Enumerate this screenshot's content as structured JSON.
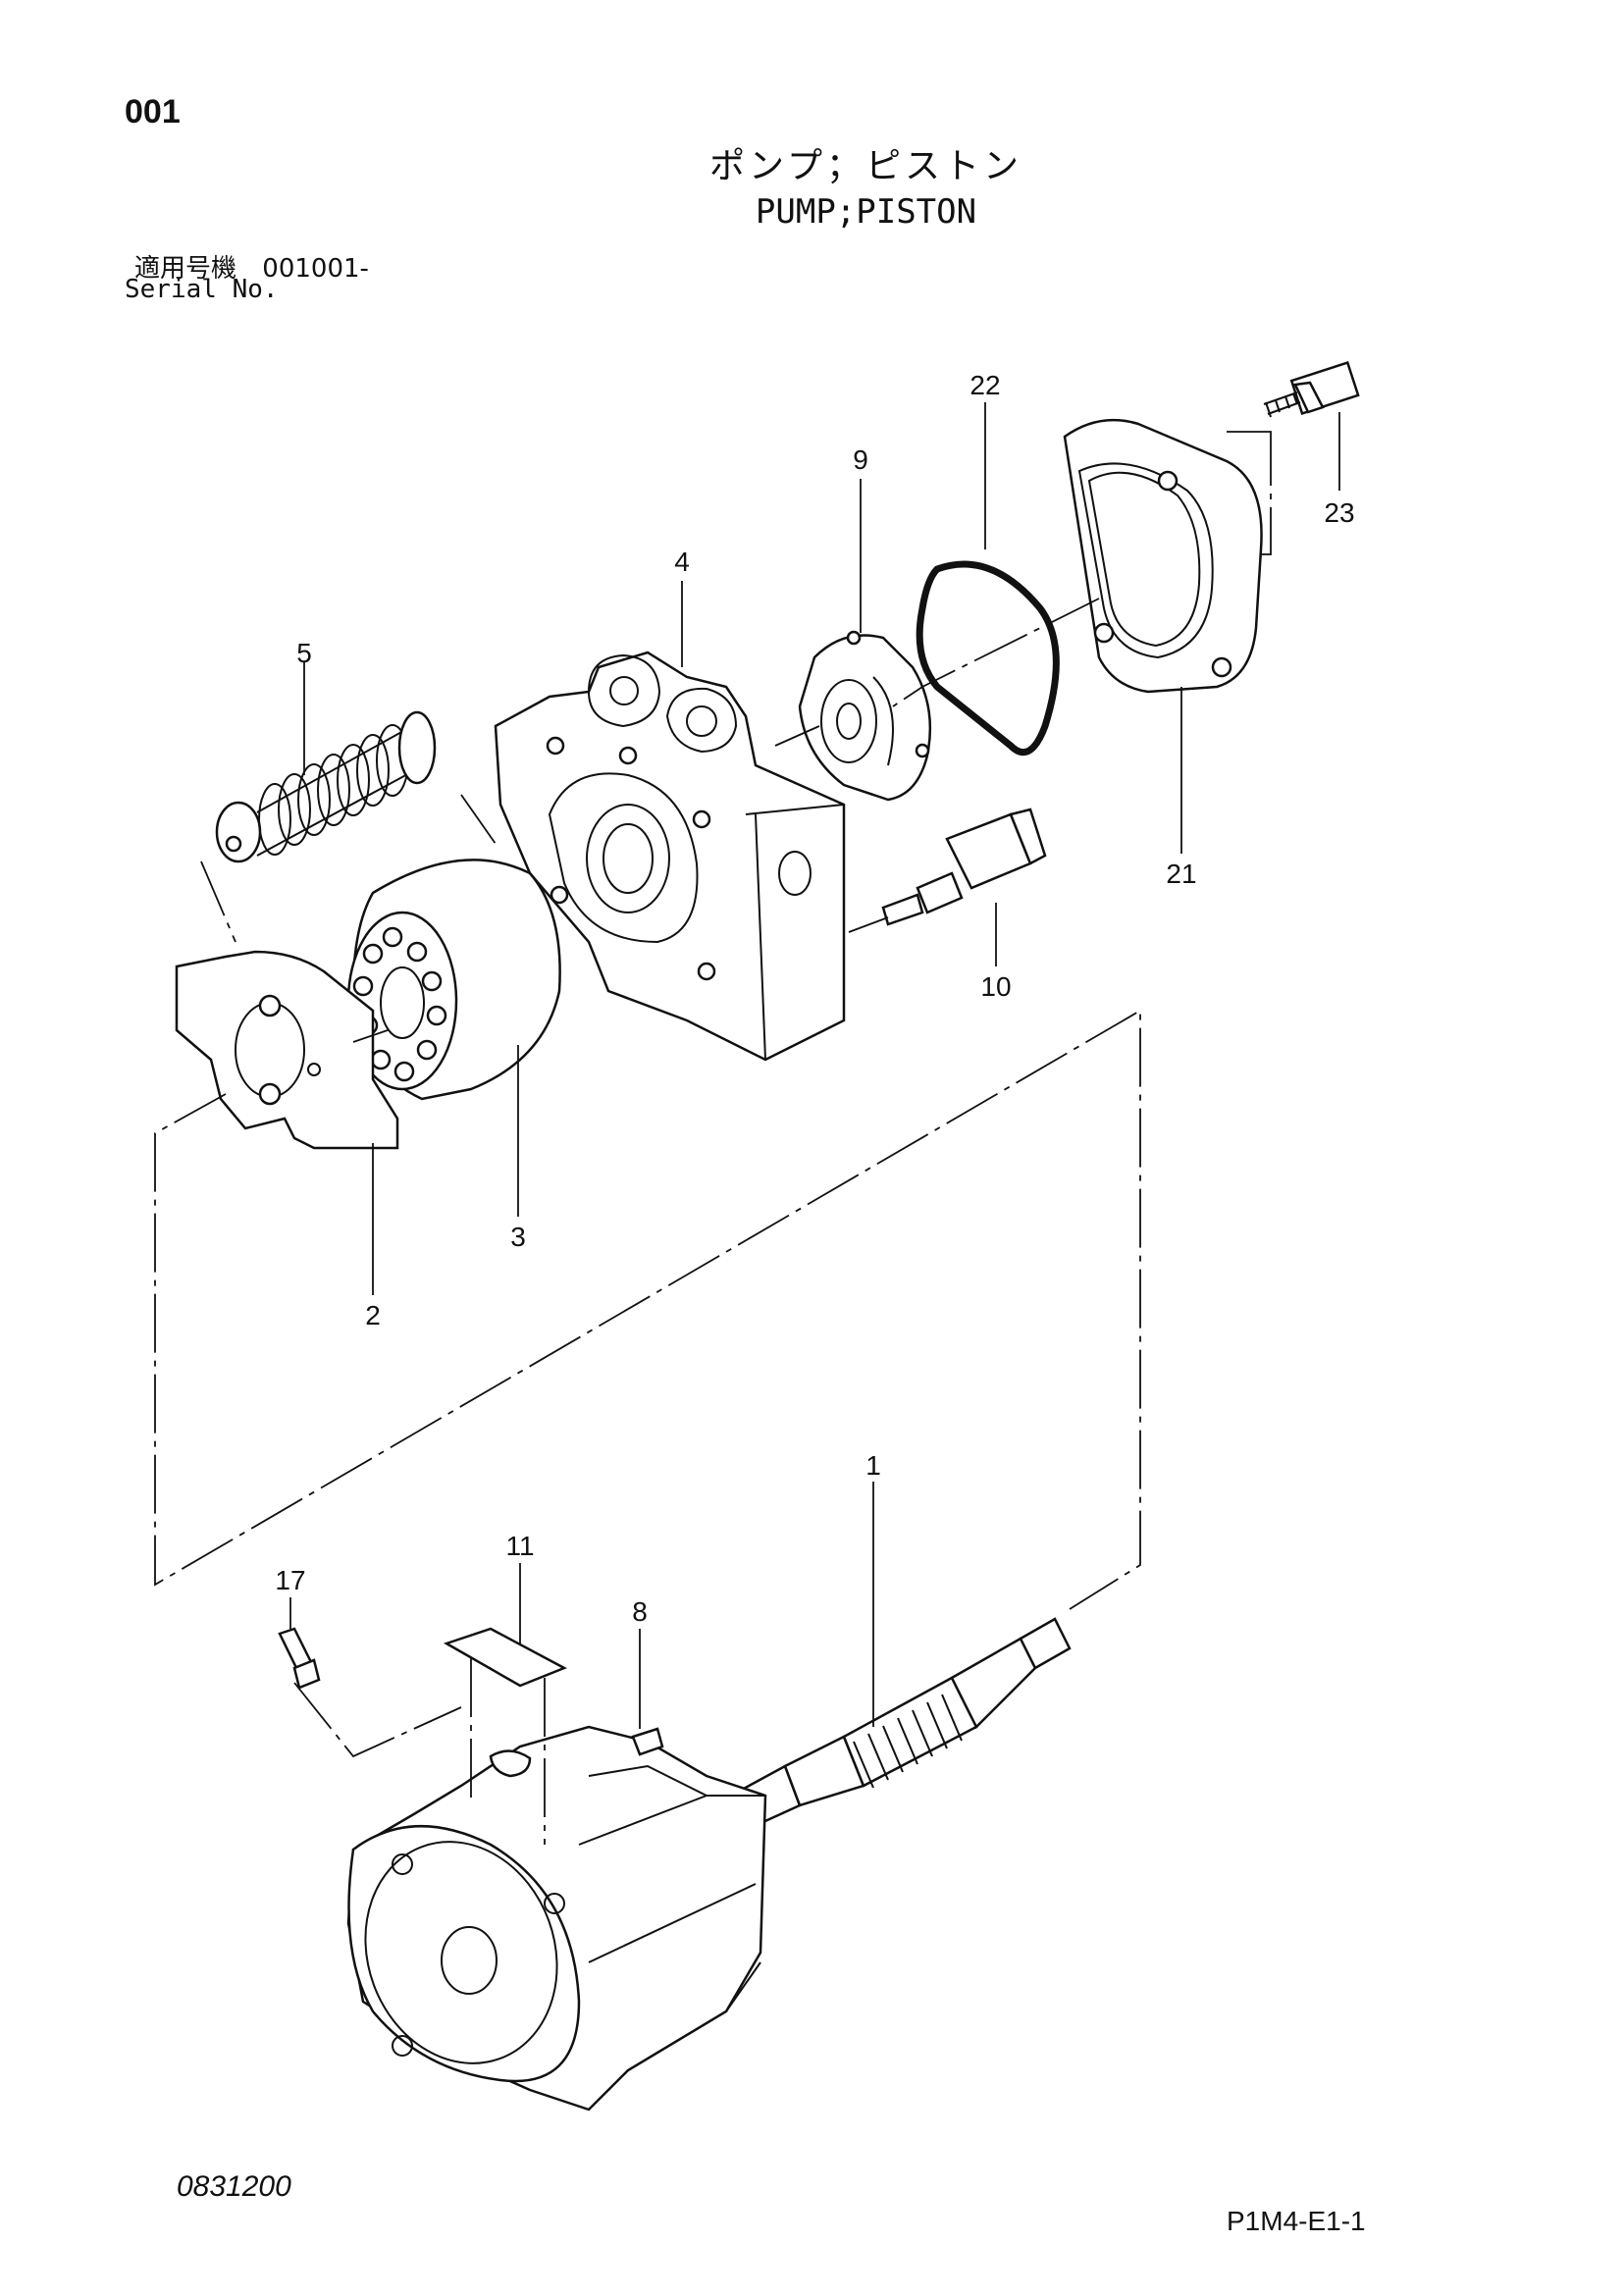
{
  "header": {
    "page_number": "001",
    "title_jp": "ポンプ；ピストン",
    "title_en": "PUMP;PISTON",
    "serial_label_jp": "適用号機",
    "serial_value": "001001-",
    "serial_label_en": "Serial No."
  },
  "callouts": {
    "c1": "1",
    "c2": "2",
    "c3": "3",
    "c4": "4",
    "c5": "5",
    "c8": "8",
    "c9": "9",
    "c10": "10",
    "c11": "11",
    "c17": "17",
    "c21": "21",
    "c22": "22",
    "c23": "23"
  },
  "footer": {
    "doc_code": "0831200",
    "page_ref": "P1M4-E1-1"
  }
}
